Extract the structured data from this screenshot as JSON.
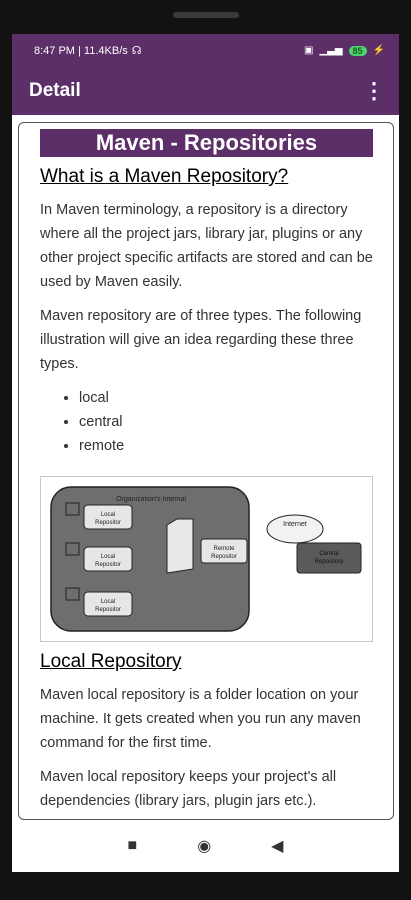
{
  "status": {
    "time_speed": "8:47 PM | 11.4KB/s",
    "battery": "85"
  },
  "appbar": {
    "title": "Detail",
    "menu_icon": "more-vert-icon"
  },
  "article": {
    "banner": "Maven - Repositories",
    "heading1": "What is a Maven Repository?",
    "para1": "In Maven terminology, a repository is a directory where all the project jars, library jar, plugins or any other project specific artifacts are stored and can be used by Maven easily.",
    "para2": "Maven repository are of three types. The following illustration will give an idea regarding these three types.",
    "types": [
      "local",
      "central",
      "remote"
    ],
    "diagram": {
      "org_label": "Organization's Internal",
      "local_label": "Local Repositor",
      "remote_label": "Remote Repositor",
      "internet_label": "Internet",
      "central_label": "Central Repository"
    },
    "heading2": "Local Repository",
    "para3": "Maven local repository is a folder location on your machine. It gets created when you run any maven command for the first time.",
    "para4": "Maven local repository keeps your project's all dependencies (library jars, plugin jars etc.)."
  },
  "navbar": {
    "recents_icon": "square-icon",
    "home_icon": "circle-icon",
    "back_icon": "triangle-back-icon"
  }
}
